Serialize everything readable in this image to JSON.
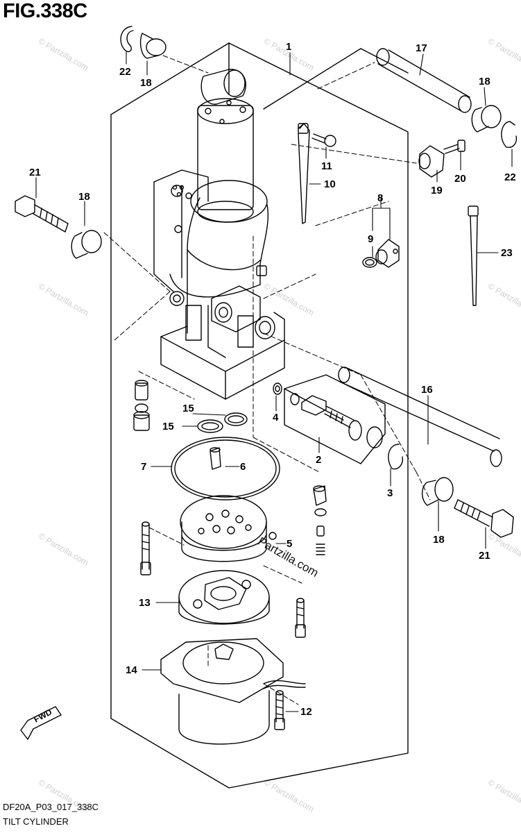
{
  "title": "FIG.338C",
  "footer": {
    "code": "DF20A_P03_017_338C",
    "name": "TILT CYLINDER"
  },
  "fwd_label": "FWD",
  "watermark": "© Partzilla.com",
  "watermark_center": "Partzilla.com",
  "callouts": [
    "1",
    "2",
    "3",
    "4",
    "5",
    "6",
    "7",
    "8",
    "9",
    "10",
    "11",
    "12",
    "13",
    "14",
    "15",
    "15",
    "16",
    "17",
    "18",
    "18",
    "18",
    "18",
    "19",
    "20",
    "21",
    "21",
    "22",
    "22",
    "23"
  ]
}
